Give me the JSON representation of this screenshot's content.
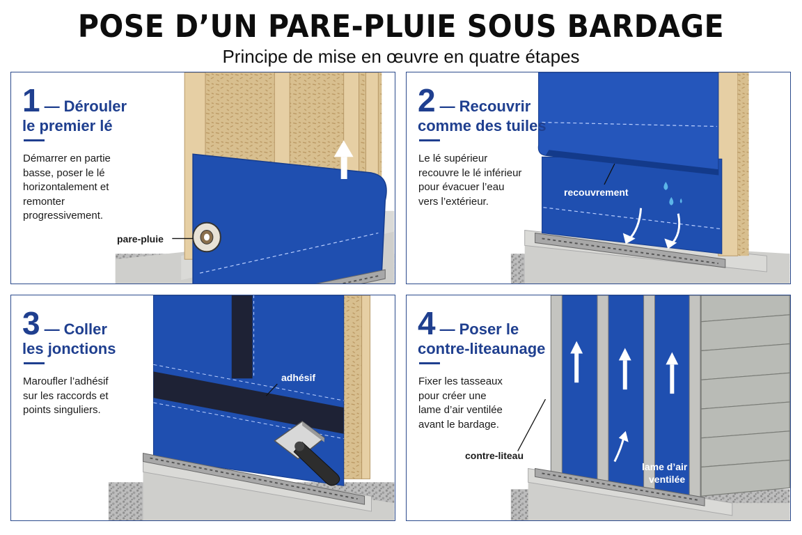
{
  "title": "POSE D’UN PARE-PLUIE SOUS BARDAGE",
  "subtitle": "Principe de mise en œuvre en quatre étapes",
  "colors": {
    "accent": "#1f3f8f",
    "membrane": "#1f4fb0",
    "wood": "#d9b98a",
    "concrete": "#c9c9c6"
  },
  "steps": [
    {
      "number": "1",
      "dash": "—",
      "title_line1": "Dérouler",
      "title_line2": "le premier lé",
      "description": [
        "Démarrer en partie",
        "basse, poser le lé",
        "horizontalement et",
        "remonter",
        "progressivement."
      ],
      "labels": [
        "pare-pluie"
      ],
      "icons": [
        "up-arrow-icon"
      ]
    },
    {
      "number": "2",
      "dash": "—",
      "title_line1": "Recouvrir",
      "title_line2": "comme des tuiles",
      "description": [
        "Le lé supérieur",
        "recouvre le lé inférieur",
        "pour évacuer l’eau",
        "vers l’extérieur."
      ],
      "labels": [
        "recouvrement"
      ],
      "icons": [
        "water-drop-icon",
        "down-arrow-icon"
      ]
    },
    {
      "number": "3",
      "dash": "—",
      "title_line1": "Coller",
      "title_line2": "les jonctions",
      "description": [
        "Maroufler l’adhésif",
        "sur les raccords et",
        "points singuliers."
      ],
      "labels": [
        "adhésif"
      ],
      "icons": [
        "roller-icon"
      ]
    },
    {
      "number": "4",
      "dash": "—",
      "title_line1": "Poser le",
      "title_line2": "contre-liteaunage",
      "description": [
        "Fixer les tasseaux",
        "pour créer une",
        "lame d’air ventilée",
        "avant le bardage."
      ],
      "labels": [
        "contre-liteau",
        "lame d’air",
        "ventilée"
      ],
      "icons": [
        "up-arrow-icon"
      ]
    }
  ]
}
